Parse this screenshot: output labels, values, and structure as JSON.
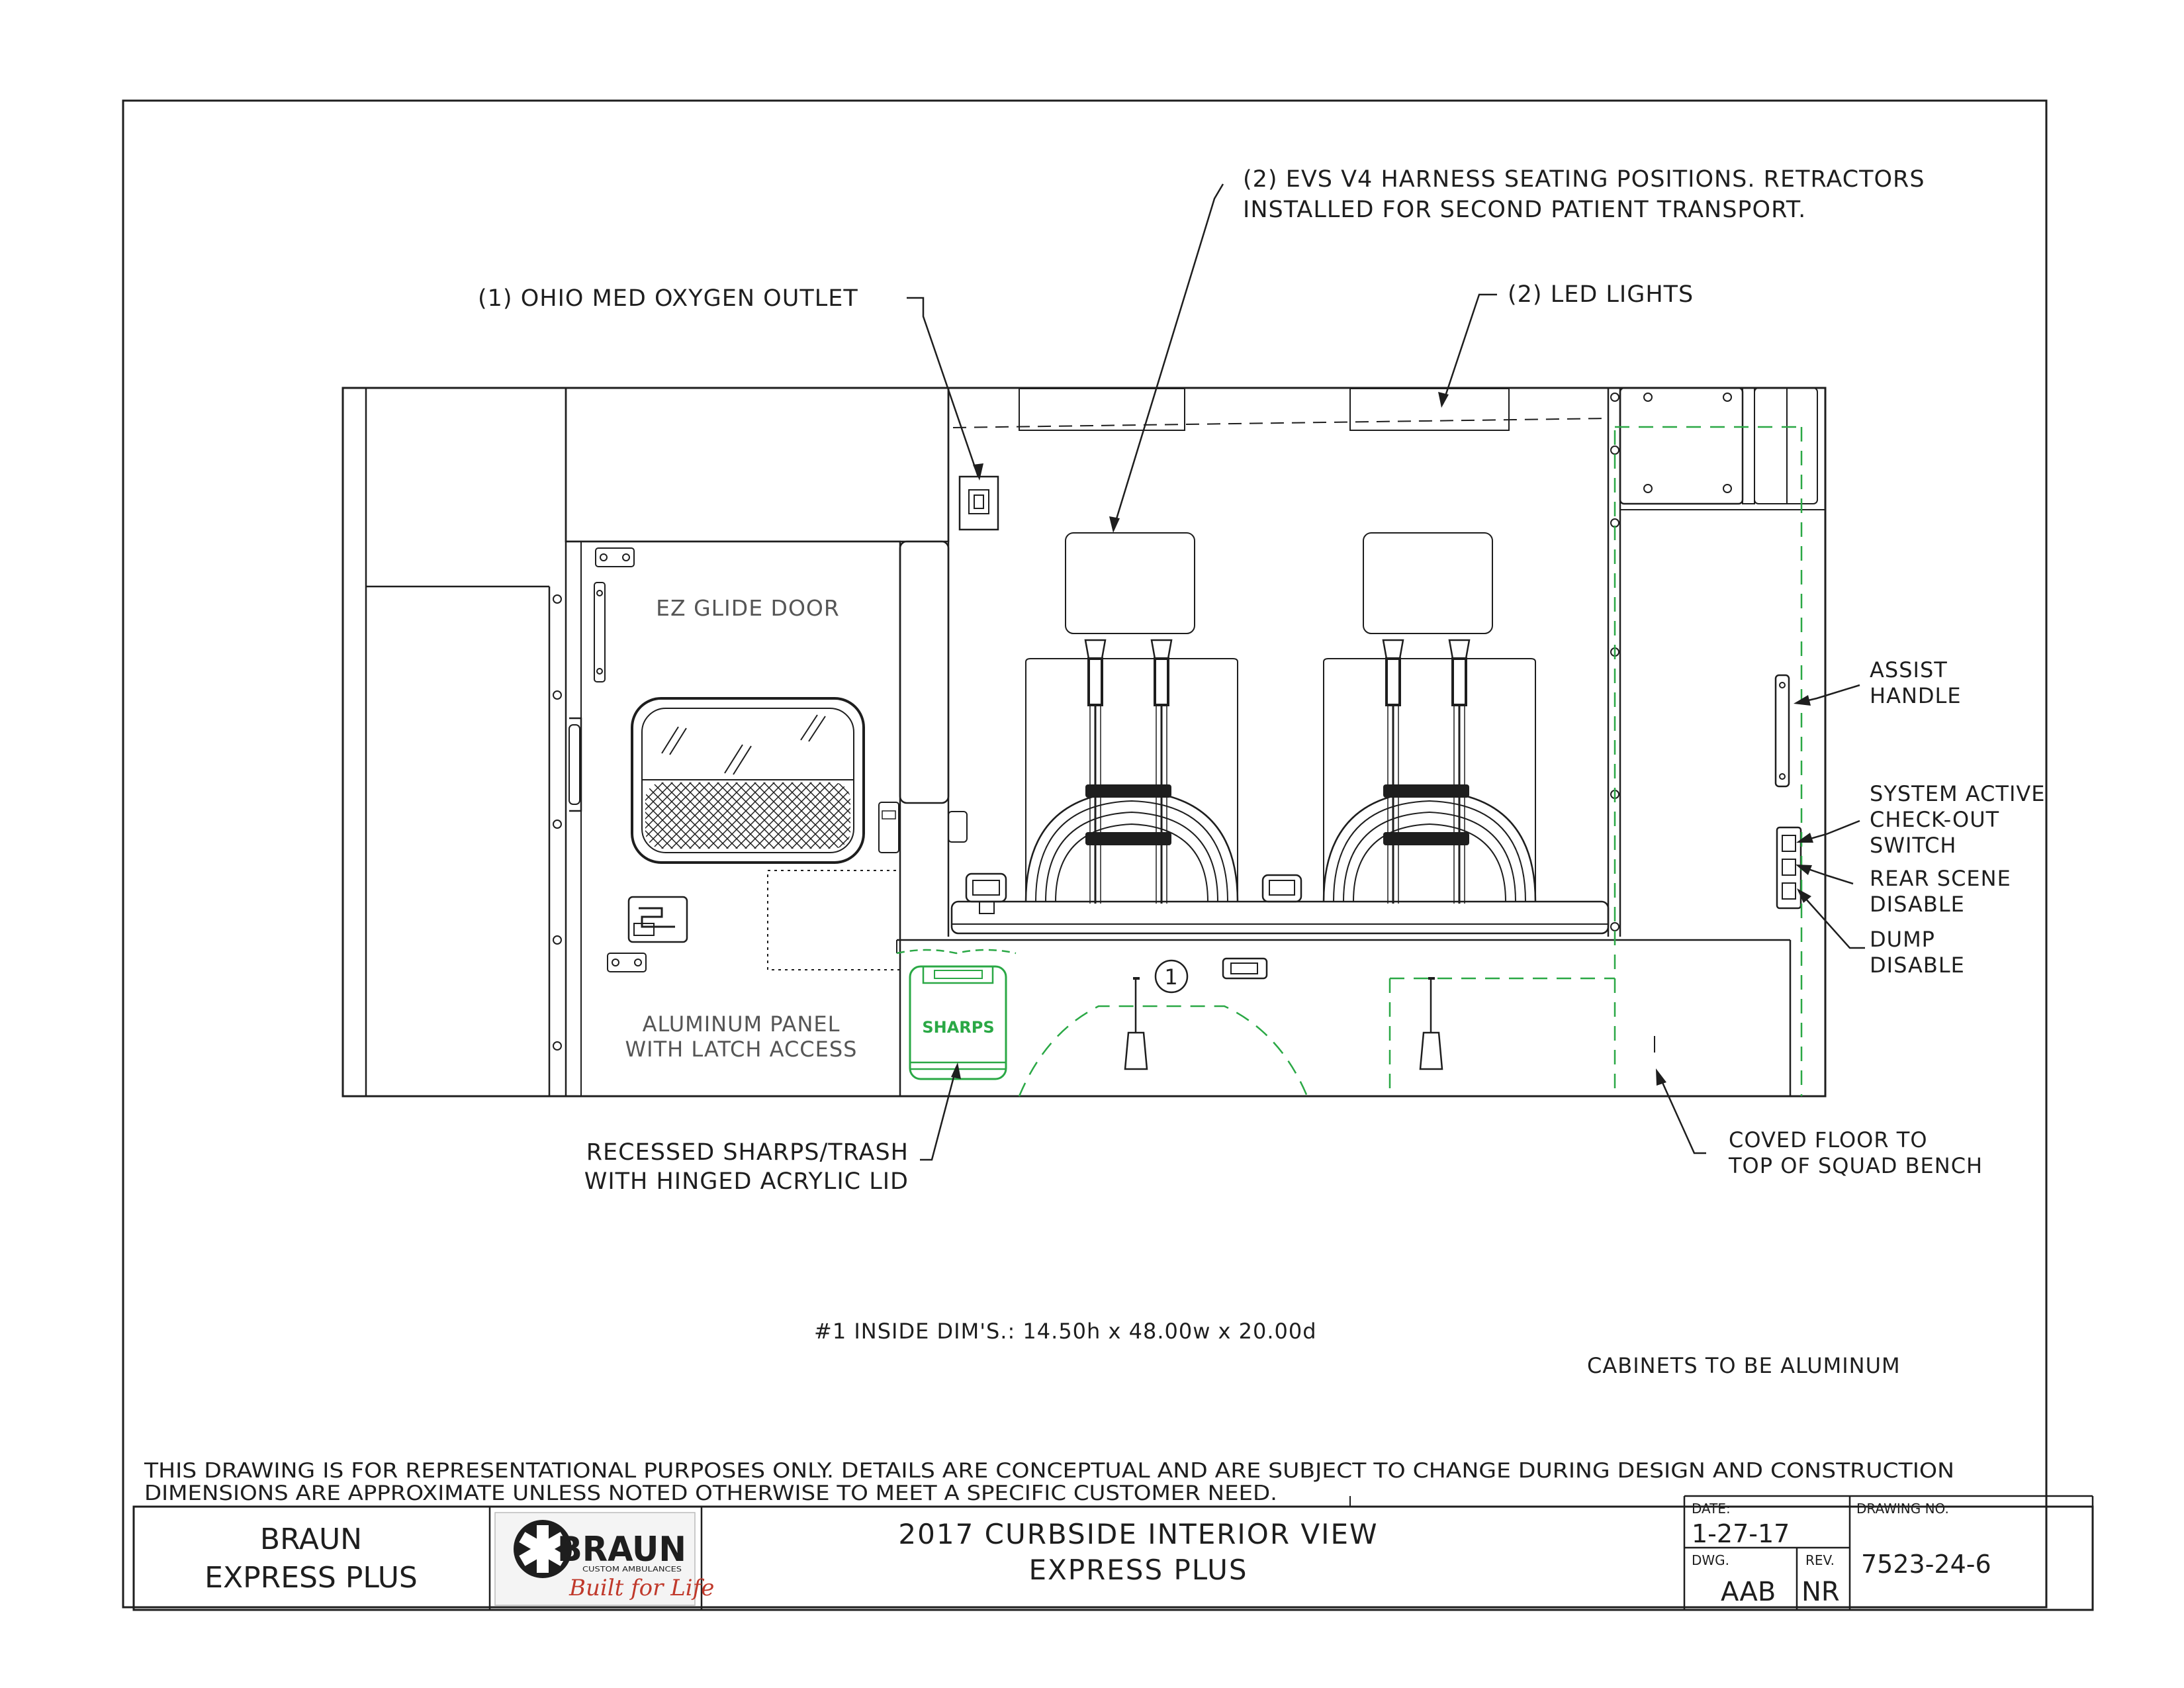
{
  "labels": {
    "harness": [
      "(2) EVS V4 HARNESS SEATING POSITIONS. RETRACTORS",
      "INSTALLED FOR SECOND PATIENT TRANSPORT."
    ],
    "oxygen": "(1) OHIO MED OXYGEN OUTLET",
    "led": "(2) LED LIGHTS",
    "ez_glide": "EZ GLIDE DOOR",
    "aluminum_panel": [
      "ALUMINUM PANEL",
      "WITH LATCH ACCESS"
    ],
    "sharps_tag": "SHARPS",
    "assist_handle": [
      "ASSIST",
      "HANDLE"
    ],
    "system_active": [
      "SYSTEM ACTIVE",
      "CHECK-OUT",
      "SWITCH"
    ],
    "rear_scene": [
      "REAR SCENE",
      "DISABLE"
    ],
    "dump": [
      "DUMP",
      "DISABLE"
    ],
    "sharps_trash": [
      "RECESSED SHARPS/TRASH",
      "WITH HINGED ACRYLIC LID"
    ],
    "coved_floor": [
      "COVED FLOOR TO",
      "TOP OF SQUAD BENCH"
    ],
    "cabinet_ref": "1"
  },
  "notes": {
    "inside_dims": "#1 INSIDE DIM'S.: 14.50h x 48.00w x 20.00d",
    "cabinets": "CABINETS TO BE ALUMINUM",
    "disclaimer": [
      "THIS DRAWING IS FOR REPRESENTATIONAL PURPOSES ONLY.  DETAILS ARE CONCEPTUAL AND ARE SUBJECT TO CHANGE DURING DESIGN AND CONSTRUCTION",
      "DIMENSIONS ARE APPROXIMATE UNLESS NOTED OTHERWISE TO MEET A SPECIFIC CUSTOMER NEED."
    ]
  },
  "title_block": {
    "company": [
      "BRAUN",
      "EXPRESS PLUS"
    ],
    "logo": {
      "word": "BRAUN",
      "subtitle": "CUSTOM AMBULANCES",
      "tagline": "Built for Life"
    },
    "title": [
      "2017 CURBSIDE INTERIOR VIEW",
      "EXPRESS PLUS"
    ],
    "date_label": "DATE:",
    "date": "1-27-17",
    "dwg_label": "DWG.",
    "dwg": "AAB",
    "rev_label": "REV.",
    "rev": "NR",
    "drawing_no_label": "DRAWING NO.",
    "drawing_no": "7523-24-6"
  },
  "colors": {
    "line": "#1e1e1e",
    "green": "#2aa845",
    "logo_red": "#c0392b"
  }
}
